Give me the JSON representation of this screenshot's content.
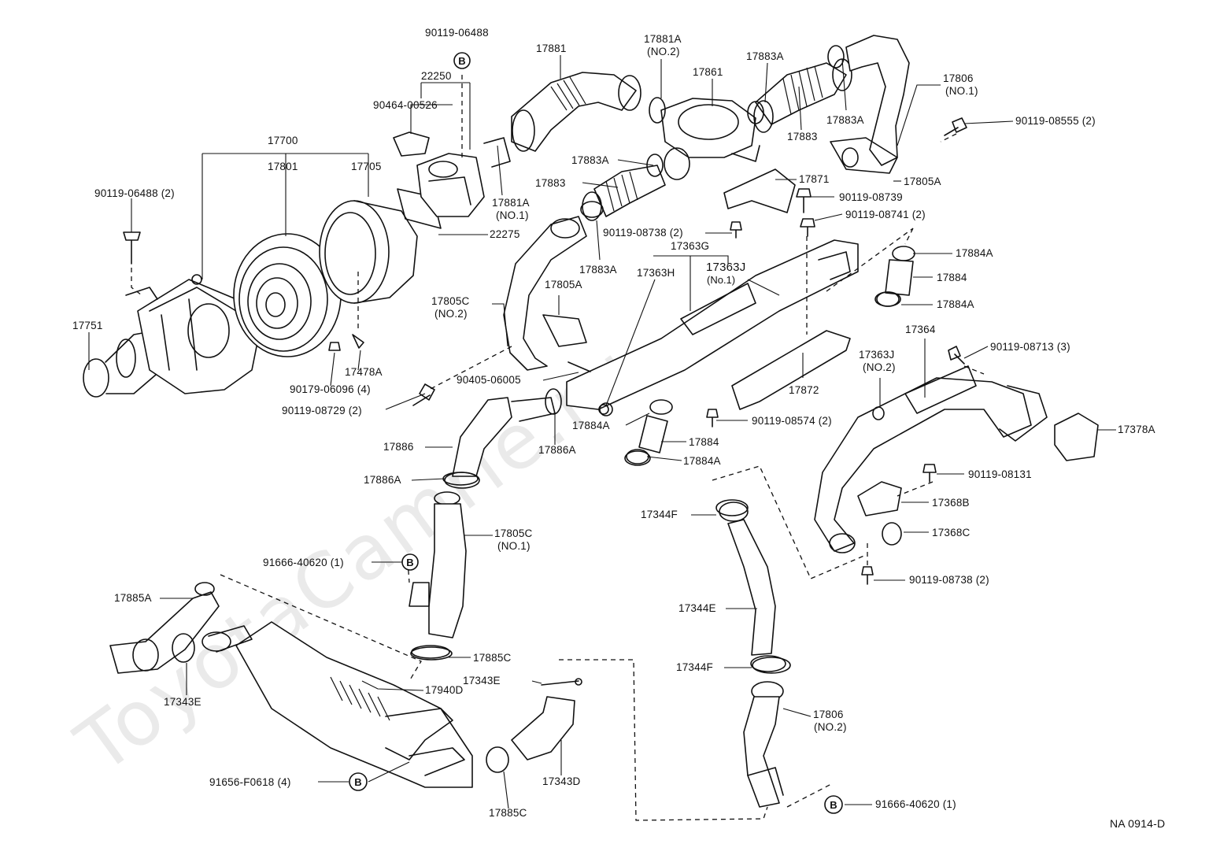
{
  "watermark": "ToyotaCamrie.ru",
  "diagram_code": "NA 0914-D",
  "bolt_marker": "B",
  "labels": {
    "l1": "90119-06488",
    "l2": "22250",
    "l3": "90464-00526",
    "l4": "17700",
    "l5": "17801",
    "l6": "17705",
    "l7": "90119-06488 (2)",
    "l8": "22275",
    "l9": "17751",
    "l10": "17478A",
    "l11": "90179-06096 (4)",
    "l12": "90119-08729 (2)",
    "l13": "17881",
    "l14": "17881A",
    "l14b": "(NO.2)",
    "l15": "17861",
    "l16": "17883A",
    "l17": "17806",
    "l17b": "(NO.1)",
    "l18": "90119-08555 (2)",
    "l19": "17883A",
    "l20": "17883",
    "l21": "17805A",
    "l22": "17883A",
    "l23": "17883",
    "l24": "17881A",
    "l24b": "(NO.1)",
    "l25": "17871",
    "l26": "90119-08739",
    "l27": "90119-08741 (2)",
    "l28": "90119-08738 (2)",
    "l29": "17883A",
    "l30": "17363G",
    "l31": "17363J",
    "l31b": "(No.1)",
    "l32": "17363H",
    "l33": "17884A",
    "l34": "17884",
    "l35": "17884A",
    "l36": "17805C",
    "l36b": "(NO.2)",
    "l37": "17805A",
    "l38": "17364",
    "l39": "90119-08713 (3)",
    "l40": "17363J",
    "l40b": "(NO.2)",
    "l41": "90405-06005",
    "l42": "17872",
    "l43": "17884A",
    "l44": "90119-08574 (2)",
    "l45": "17884",
    "l46": "17884A",
    "l47": "17378A",
    "l48": "17886",
    "l49": "17886A",
    "l50": "17886A",
    "l51": "90119-08131",
    "l52": "17344F",
    "l53": "17368B",
    "l54": "17368C",
    "l55": "17805C",
    "l55b": "(NO.1)",
    "l56": "91666-40620 (1)",
    "l57": "90119-08738 (2)",
    "l58": "17885A",
    "l59": "17344E",
    "l60": "17885C",
    "l61": "17344F",
    "l62": "17343E",
    "l63": "17343E",
    "l64": "17940D",
    "l65": "17806",
    "l65b": "(NO.2)",
    "l66": "91656-F0618 (4)",
    "l67": "17343D",
    "l68": "91666-40620 (1)",
    "l69": "17885C"
  }
}
